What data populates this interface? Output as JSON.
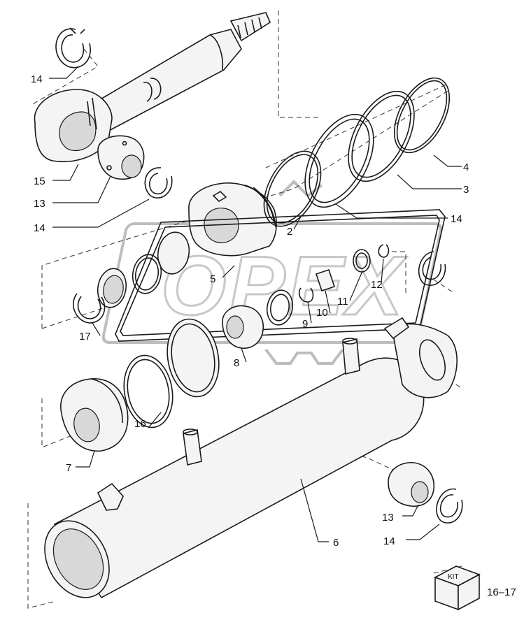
{
  "callouts": [
    {
      "id": "c14a",
      "text": "14"
    },
    {
      "id": "c15",
      "text": "15"
    },
    {
      "id": "c13a",
      "text": "13"
    },
    {
      "id": "c14b",
      "text": "14"
    },
    {
      "id": "c4",
      "text": "4"
    },
    {
      "id": "c3",
      "text": "3"
    },
    {
      "id": "c14c",
      "text": "14"
    },
    {
      "id": "c2",
      "text": "2"
    },
    {
      "id": "c5",
      "text": "5"
    },
    {
      "id": "c12",
      "text": "12"
    },
    {
      "id": "c11",
      "text": "11"
    },
    {
      "id": "c10",
      "text": "10"
    },
    {
      "id": "c9",
      "text": "9"
    },
    {
      "id": "c17",
      "text": "17"
    },
    {
      "id": "c8",
      "text": "8"
    },
    {
      "id": "c16",
      "text": "16"
    },
    {
      "id": "c7",
      "text": "7"
    },
    {
      "id": "c13b",
      "text": "13"
    },
    {
      "id": "c14d",
      "text": "14"
    },
    {
      "id": "c6",
      "text": "6"
    }
  ],
  "kit": {
    "label": "KIT",
    "reference": "16–17"
  },
  "watermark": {
    "text": "OPEX"
  }
}
